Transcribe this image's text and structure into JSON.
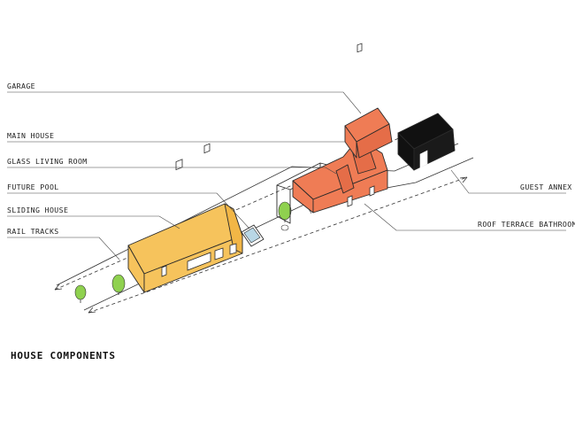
{
  "labels": {
    "garage": "GARAGE",
    "main_house": "MAIN HOUSE",
    "glass_living_room": "GLASS LIVING ROOM",
    "future_pool": "FUTURE POOL",
    "sliding_house": "SLIDING HOUSE",
    "rail_tracks": "RAIL TRACKS",
    "guest_annex": "GUEST ANNEX",
    "roof_terrace_bathroom": "ROOF TERRACE BATHROOM"
  },
  "title": "HOUSE COMPONENTS",
  "colors": {
    "sliding_house": "#f6c35c",
    "main_house": "#ef7c55",
    "garage": "#ef7c55",
    "guest_annex": "#111111",
    "trees": "#8fd14f",
    "pool": "#b9d7e6",
    "lines": "#333333"
  }
}
